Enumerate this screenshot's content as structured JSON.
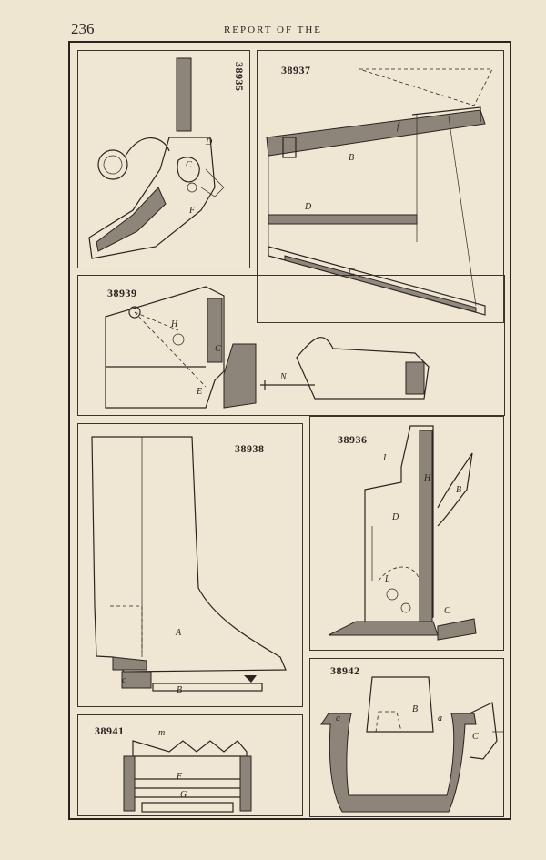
{
  "page_number": "236",
  "running_head": "REPORT OF THE",
  "figures": {
    "f38935": {
      "number": "38935",
      "labels": [
        "D",
        "C",
        "F"
      ]
    },
    "f38937": {
      "number": "38937",
      "labels": [
        "f",
        "B",
        "D",
        "C"
      ]
    },
    "f38939": {
      "number": "38939",
      "labels": [
        "H",
        "C",
        "E",
        "N"
      ]
    },
    "f38938": {
      "number": "38938",
      "labels": [
        "A",
        "c",
        "B"
      ]
    },
    "f38936": {
      "number": "38936",
      "labels": [
        "I",
        "H",
        "B",
        "D",
        "L",
        "C"
      ]
    },
    "f38941": {
      "number": "38941",
      "labels": [
        "m",
        "F",
        "G"
      ]
    },
    "f38942": {
      "number": "38942",
      "labels": [
        "a",
        "B",
        "a",
        "C"
      ]
    }
  }
}
